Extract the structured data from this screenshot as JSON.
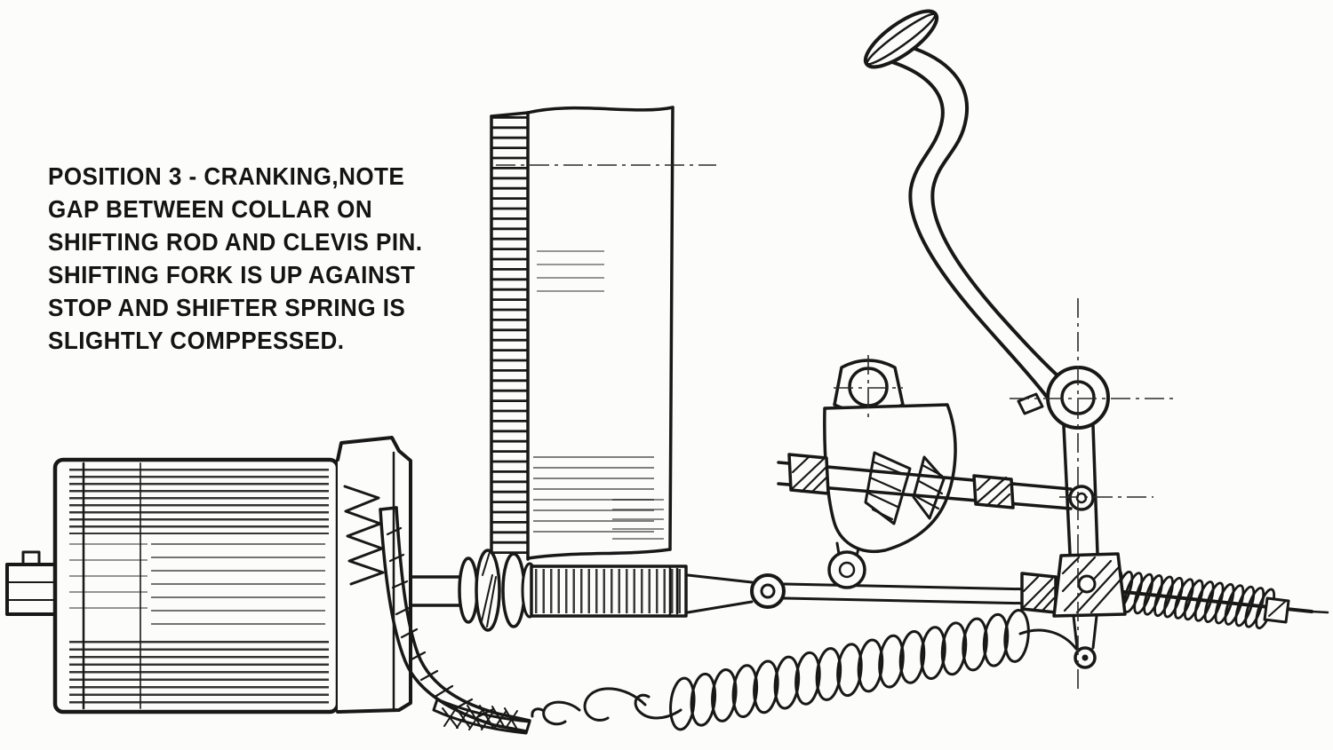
{
  "colors": {
    "background": "#fcfcfa",
    "ink": "#181818"
  },
  "caption": {
    "lines": [
      "POSITION 3 - CRANKING,NOTE",
      "GAP BETWEEN COLLAR ON",
      "SHIFTING ROD AND CLEVIS PIN.",
      "SHIFTING FORK IS UP AGAINST",
      "STOP AND SHIFTER SPRING IS",
      "SLIGHTLY COMPPESSED."
    ]
  }
}
